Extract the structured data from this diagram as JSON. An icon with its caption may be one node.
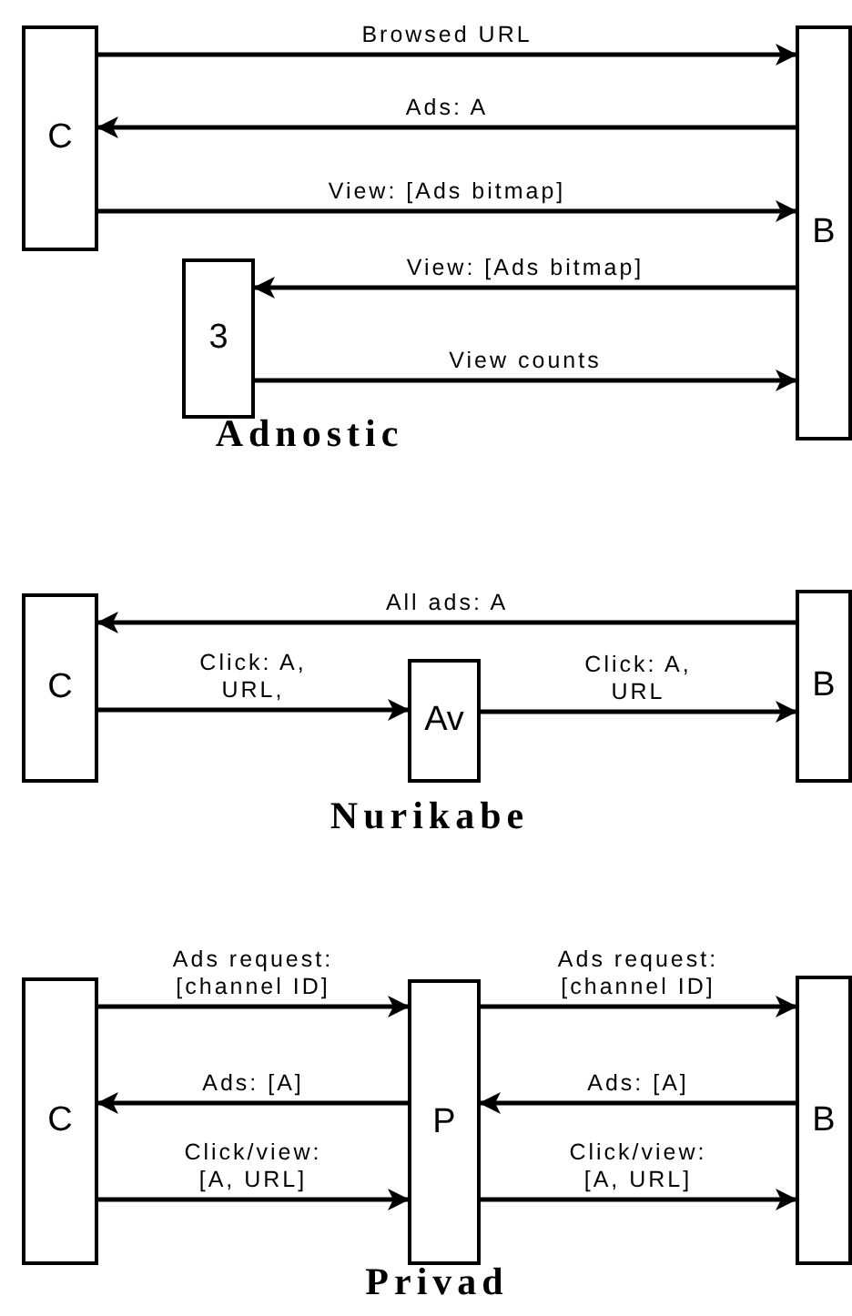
{
  "diagram": {
    "nodes": [
      {
        "text": [
          "C"
        ]
      },
      {
        "text": [
          "3"
        ]
      },
      {
        "text": [
          "B"
        ]
      },
      {
        "text": [
          "C"
        ]
      },
      {
        "text": [
          "Av"
        ]
      },
      {
        "text": [
          "B"
        ]
      },
      {
        "text": [
          "C"
        ]
      },
      {
        "text": [
          "P"
        ]
      },
      {
        "text": [
          "B"
        ]
      }
    ],
    "edges": [
      {
        "from": 0,
        "to": 2,
        "arrow": "to",
        "label": "Browsed URL"
      },
      {
        "from": 2,
        "to": 0,
        "arrow": "to",
        "label": "Ads: A"
      },
      {
        "from": 0,
        "to": 2,
        "arrow": "to",
        "label": "View: [Ads bitmap]"
      },
      {
        "from": 2,
        "to": 1,
        "arrow": "to",
        "label": "View: [Ads bitmap]"
      },
      {
        "from": 1,
        "to": 2,
        "arrow": "to",
        "label": "View counts"
      },
      {
        "from": 5,
        "to": 3,
        "arrow": "to",
        "label": "All ads: A"
      },
      {
        "from": 3,
        "to": 4,
        "arrow": "to",
        "label": "Click: A, URL,"
      },
      {
        "from": 4,
        "to": 5,
        "arrow": "to",
        "label": "Click: A, URL"
      },
      {
        "from": 6,
        "to": 7,
        "arrow": "to",
        "label": "Ads request: [channel ID]"
      },
      {
        "from": 7,
        "to": 8,
        "arrow": "to",
        "label": "Ads request: [channel ID]"
      },
      {
        "from": 7,
        "to": 6,
        "arrow": "to",
        "label": "Ads: [A]"
      },
      {
        "from": 8,
        "to": 7,
        "arrow": "to",
        "label": "Ads: [A]"
      },
      {
        "from": 6,
        "to": 7,
        "arrow": "to",
        "label": "Click/view: [A, URL]"
      },
      {
        "from": 7,
        "to": 8,
        "arrow": "to",
        "label": "Click/view: [A, URL]"
      }
    ],
    "labels": [
      "Adnostic",
      "Nurikabe",
      "Privad"
    ]
  }
}
